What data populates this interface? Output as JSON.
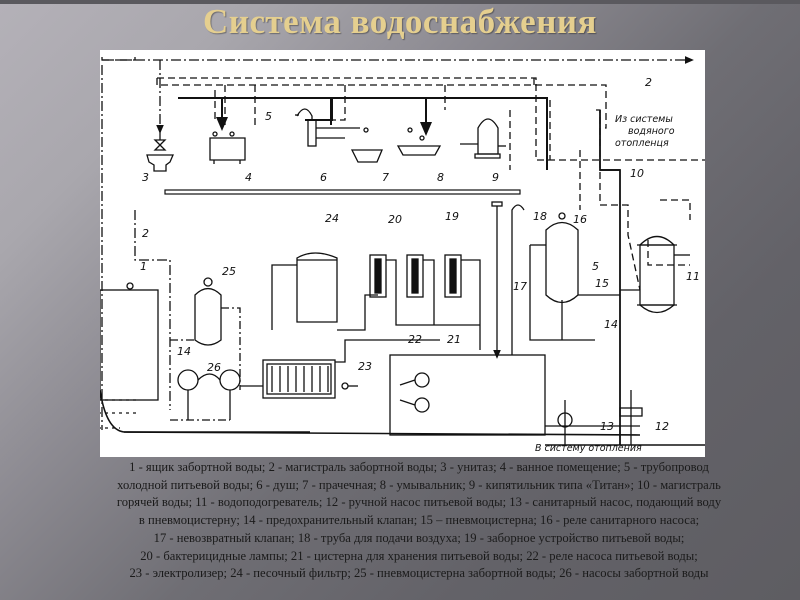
{
  "slide": {
    "title": "Система водоснабжения"
  },
  "diagram": {
    "labels": {
      "n1": "1",
      "n2a": "2",
      "n2b": "2",
      "n3": "3",
      "n4": "4",
      "n5a": "5",
      "n5b": "5",
      "n6": "6",
      "n7": "7",
      "n8": "8",
      "n9": "9",
      "n10": "10",
      "n11": "11",
      "n12": "12",
      "n13": "13",
      "n14a": "14",
      "n14b": "14",
      "n15": "15",
      "n16": "16",
      "n17": "17",
      "n18": "18",
      "n19": "19",
      "n20": "20",
      "n21": "21",
      "n22": "22",
      "n23": "23",
      "n24": "24",
      "n25": "25",
      "n26": "26"
    },
    "annotations": {
      "from_heating_line1": "Из системы",
      "from_heating_line2": "водяного",
      "from_heating_line3": "отопленця",
      "to_heating": "В систему  отопления"
    }
  },
  "legend": {
    "lines": [
      "1 - ящик забортной воды; 2 - магистраль забортной воды; 3 - унитаз; 4 - ванное помещение; 5 - трубопровод",
      "холодной питьевой воды; 6 -  душ; 7 - прачечная; 8 - умывальник; 9 - кипятильник типа «Титан»; 10  - магистраль",
      "горячей воды; 11 - водоподогреватель; 12 - ручной насос питьевой воды; 13 - санитарный насос, подающий воду",
      "в пневмоцистерну; 14 - предохранительный клапан; 15 – пневмоцистерна; 16 - реле санитарного насоса;",
      "17 - невозвратный клапан; 18 - труба для подачи воздуха; 19 - заборное устройство питьевой воды;",
      "20 - бактерицидные лампы; 21 - цистерна для хранения питьевой воды; 22 - реле насоса питьевой воды;",
      "23 - электролизер; 24 - песочный фильтр; 25 - пневмоцистерна забортной воды; 26 - насосы забортной воды"
    ]
  }
}
